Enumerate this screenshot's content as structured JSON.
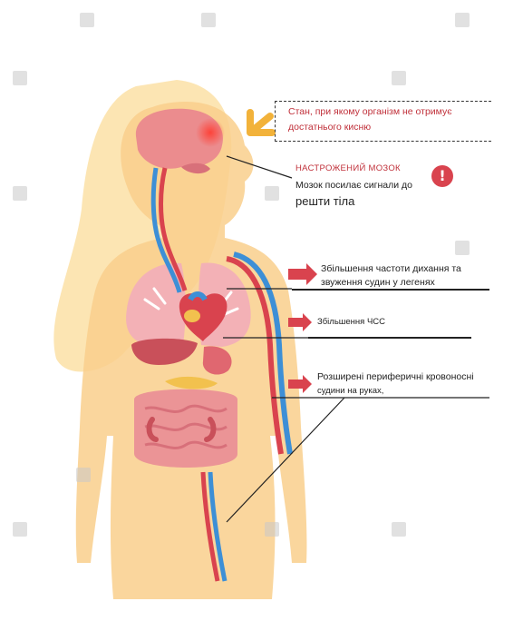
{
  "annotations": {
    "oxygen_state": {
      "line1": "Стан, при якому організм не отримує",
      "line2": "достатнього кисню"
    },
    "stressed_brain": {
      "title": "НАСТРОЖЕНИЙ МОЗОК",
      "line1": "Мозок посилає сигнали до",
      "line2": "решти тіла"
    },
    "breathing": {
      "line1": "Збільшення частоти дихання та",
      "line2": "звуження судин у легенях"
    },
    "heart_rate": {
      "label": "Збільшення ЧСС"
    },
    "peripheral": {
      "line1": "Розширені периферичні кровоносні",
      "line2": "судини на руках,"
    }
  },
  "colors": {
    "skin": "#f9cf8c",
    "hair": "#fbe1a6",
    "accent_red": "#c0303a",
    "arrow_red": "#d9434e",
    "arrow_orange": "#f2b23a",
    "artery": "#d9434e",
    "vein": "#3d8fd6"
  },
  "icons": {
    "alert": "exclamation-circle",
    "watermark": "stock-photo-watermark"
  }
}
